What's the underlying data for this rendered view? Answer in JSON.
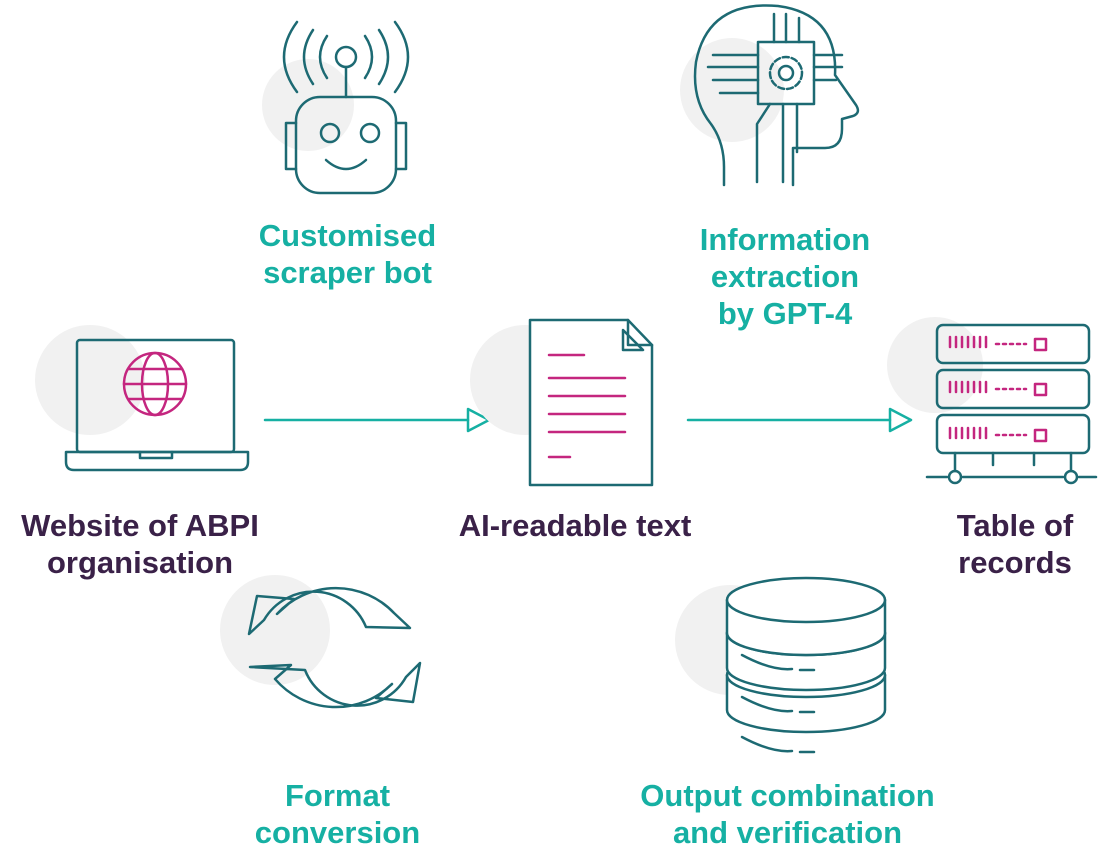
{
  "colors": {
    "teal": "#16b0a3",
    "dark_teal": "#1d6a73",
    "navy": "#3a2148",
    "magenta": "#c4267f",
    "circle": "#f1f1f1"
  },
  "nodes": {
    "scraper": {
      "label": "Customised\nscraper bot",
      "icon": "robot-icon"
    },
    "extraction": {
      "label": "Information\nextraction\nby GPT-4",
      "icon": "ai-head-icon"
    },
    "website": {
      "label": "Website of ABPI\norganisation",
      "icon": "laptop-globe-icon"
    },
    "text": {
      "label": "AI-readable text",
      "icon": "document-icon"
    },
    "table": {
      "label": "Table of\nrecords",
      "icon": "server-icon"
    },
    "format": {
      "label": "Format\nconversion",
      "icon": "refresh-arrows-icon"
    },
    "output": {
      "label": "Output combination\nand verification",
      "icon": "database-icon"
    }
  }
}
